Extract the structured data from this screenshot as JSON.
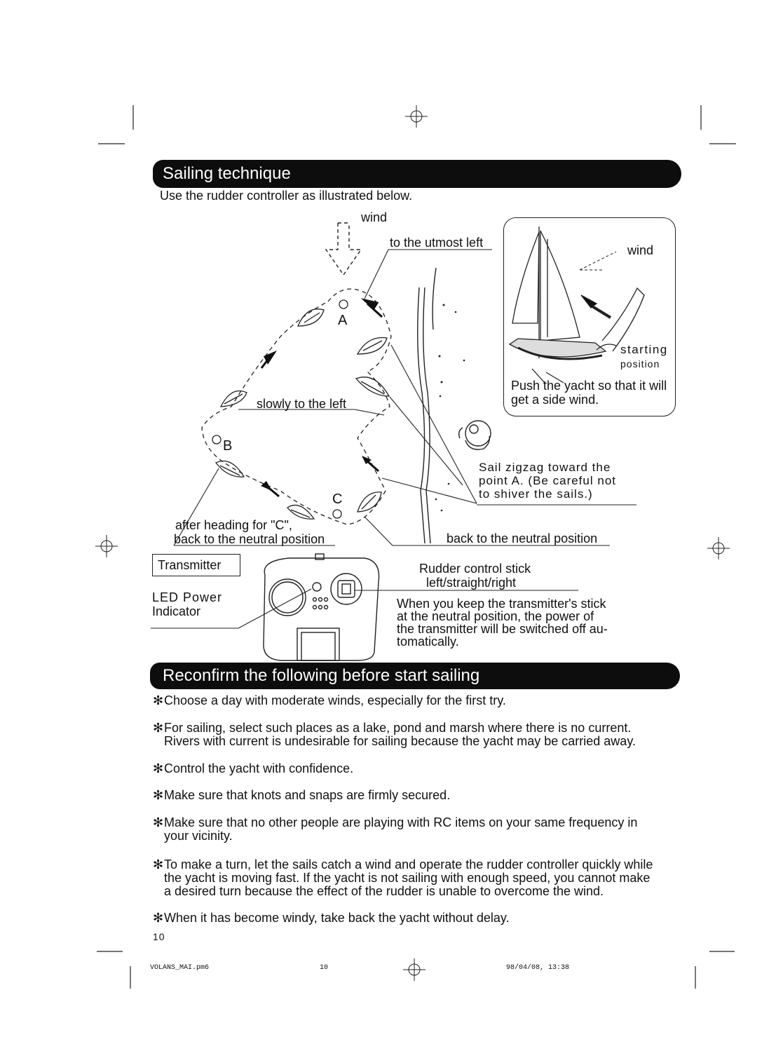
{
  "sections": {
    "sailing_title": "Sailing technique",
    "reconfirm_title": "Reconfirm the following before start sailing"
  },
  "intro": "Use the rudder controller as illustrated below.",
  "diagram": {
    "wind_top": "wind",
    "utmost_left": "to the utmost left",
    "point_a": "A",
    "slowly_left": "slowly to the left",
    "point_b": "B",
    "point_c": "C",
    "after_heading": "after heading for \"C\",",
    "back_neutral_left": "back to the neutral position",
    "back_neutral_right": "back to the neutral position",
    "zigzag": [
      "Sail zigzag toward the",
      "point A.  (Be careful not",
      "to shiver the sails.)"
    ],
    "inset": {
      "wind": "wind",
      "starting": "starting",
      "position": "position",
      "push": [
        "Push the yacht so that it will",
        "get a side wind."
      ]
    }
  },
  "transmitter": {
    "title": "Transmitter",
    "led": [
      "LED Power",
      "Indicator"
    ],
    "rudder": [
      "Rudder control stick",
      "left/straight/right"
    ],
    "note": [
      "When you keep the transmitter's stick",
      "at the neutral position, the power of",
      "the transmitter will be switched off au-",
      "tomatically."
    ]
  },
  "bullet_mark": "✻",
  "bullets": [
    [
      "Choose a day with moderate winds, especially for the first try."
    ],
    [
      "For sailing, select such places as a lake, pond and marsh where there is no current.",
      "Rivers with current is undesirable for sailing because the yacht may be carried away."
    ],
    [
      "Control the yacht with confidence."
    ],
    [
      "Make sure that knots and snaps are firmly secured."
    ],
    [
      "Make sure that no other people are playing with RC items on your same frequency in",
      "your vicinity."
    ],
    [
      "To make a turn, let the sails catch a wind and operate the rudder controller quickly while",
      "the yacht is moving fast.  If the yacht is not sailing with enough speed, you cannot make",
      "a desired turn because the effect of the rudder is unable to overcome the wind."
    ],
    [
      "When it has become windy, take back the yacht without delay."
    ]
  ],
  "page_number": "10",
  "footer": {
    "file": "VOLANS_MAI.pm6",
    "page": "10",
    "date": "98/04/08, 13:38"
  }
}
